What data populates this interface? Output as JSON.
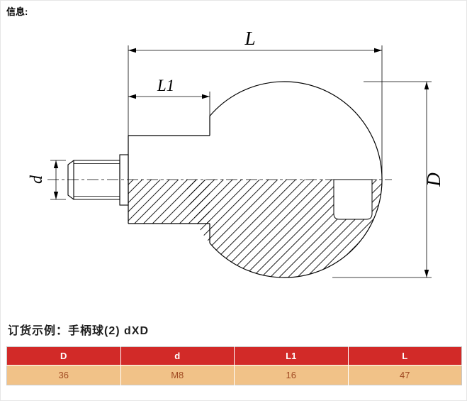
{
  "page": {
    "info_label": "信息:",
    "order_example": "订货示例：手柄球(2) dXD"
  },
  "drawing": {
    "labels": {
      "L": "L",
      "L1": "L1",
      "d": "d",
      "D": "D"
    }
  },
  "table": {
    "headers": [
      "D",
      "d",
      "L1",
      "L"
    ],
    "rows": [
      [
        "36",
        "M8",
        "16",
        "47"
      ]
    ]
  },
  "colors": {
    "table_header_bg": "#d22a28",
    "table_header_text": "#ffffff",
    "table_row_bg": "#f1c288",
    "table_row_text": "#a04a22",
    "table_border": "#c9c9c9",
    "drawing_line": "#000000",
    "page_bg": "#ffffff"
  }
}
